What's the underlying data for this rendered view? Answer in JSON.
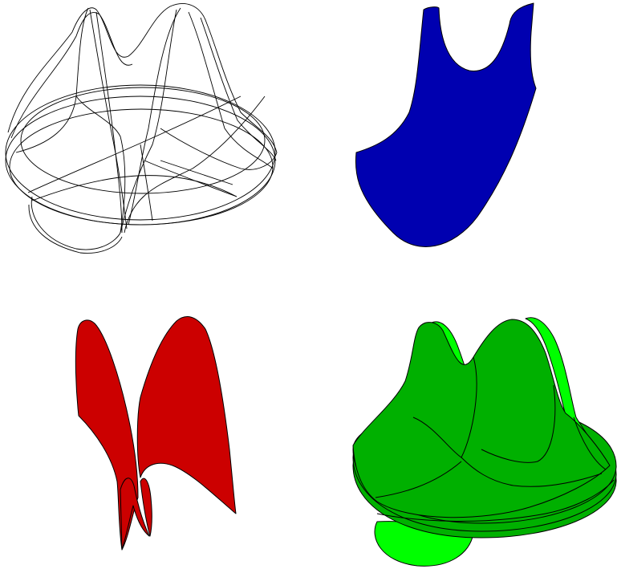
{
  "panels": [
    {
      "id": "wireframe",
      "style": "wireframe",
      "color": "#000000"
    },
    {
      "id": "blue-surface",
      "style": "shaded",
      "color": "#0000b0"
    },
    {
      "id": "red-surface",
      "style": "shaded",
      "color": "#cc0000"
    },
    {
      "id": "green-solid",
      "style": "shaded",
      "color": "#00b000",
      "highlight": "#00ff00"
    }
  ]
}
